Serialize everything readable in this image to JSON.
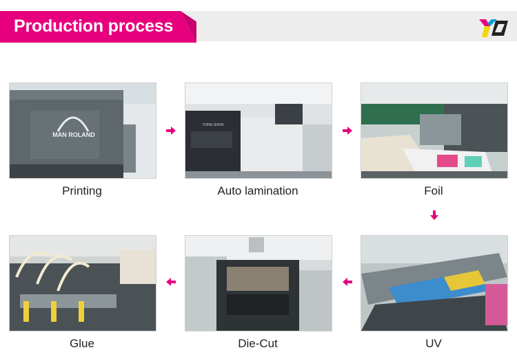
{
  "header": {
    "title": "Production process",
    "accent_color": "#e6007e"
  },
  "brand": {
    "logo_icon": "yp-logo-icon",
    "colors": [
      "#e6007e",
      "#f5d800",
      "#00a0e0",
      "#222222"
    ]
  },
  "steps": [
    {
      "label": "Printing",
      "photo_text": "MAN ROLAND"
    },
    {
      "label": "Auto lamination",
      "photo_text": "YONG SHUN"
    },
    {
      "label": "Foil"
    },
    {
      "label": "UV"
    },
    {
      "label": "Die-Cut"
    },
    {
      "label": "Glue"
    }
  ],
  "arrows": [
    "arrow-right-icon",
    "arrow-right-icon",
    "arrow-down-icon",
    "arrow-left-icon",
    "arrow-left-icon"
  ]
}
